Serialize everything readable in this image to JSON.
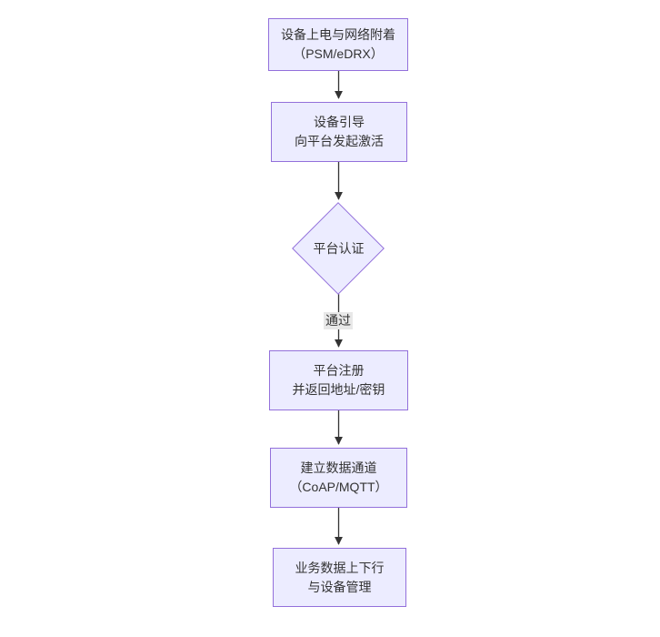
{
  "diagram": {
    "type": "flowchart-vertical",
    "background_color": "#ffffff",
    "node_fill_color": "#ECECFF",
    "node_border_color": "#9370DB",
    "text_color": "#333333",
    "arrow_color": "#333333",
    "edge_label_bg_color": "#e8e8e8",
    "nodes": [
      {
        "id": "power-network-attach",
        "shape": "rect",
        "lines": [
          "设备上电与网络附着",
          "（PSM/eDRX）"
        ]
      },
      {
        "id": "device-bootstrap",
        "shape": "rect",
        "lines": [
          "设备引导",
          "向平台发起激活"
        ]
      },
      {
        "id": "platform-auth",
        "shape": "diamond",
        "lines": [
          "平台认证"
        ]
      },
      {
        "id": "platform-register",
        "shape": "rect",
        "lines": [
          "平台注册",
          "并返回地址/密钥"
        ]
      },
      {
        "id": "data-channel",
        "shape": "rect",
        "lines": [
          "建立数据通道",
          "（CoAP/MQTT）"
        ]
      },
      {
        "id": "business-data",
        "shape": "rect",
        "lines": [
          "业务数据上下行",
          "与设备管理"
        ]
      }
    ],
    "edge_label": "通过"
  }
}
